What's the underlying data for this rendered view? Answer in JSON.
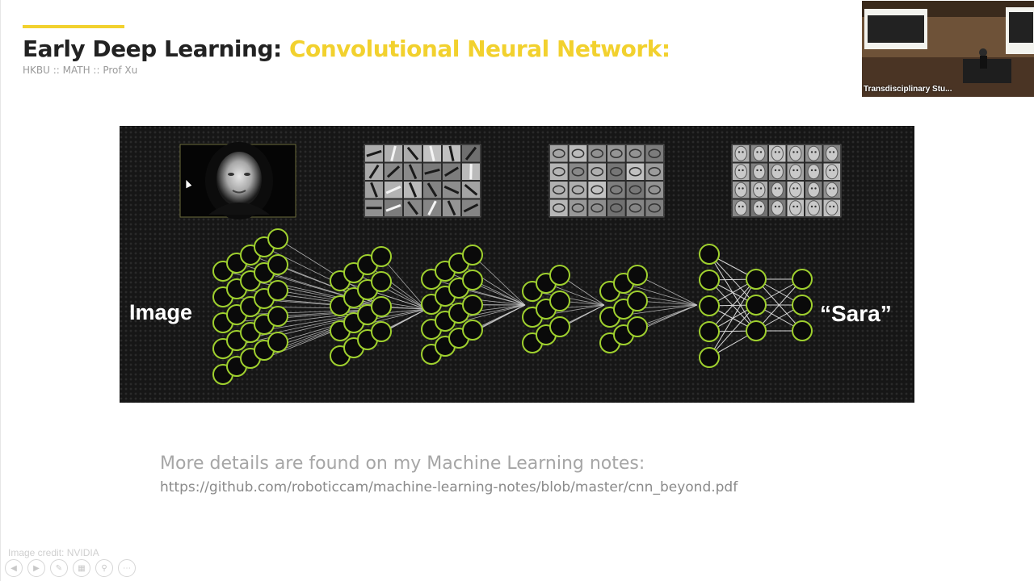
{
  "slide": {
    "title_prefix": "Early Deep Learning:",
    "title_highlight": "Convolutional Neural Network:",
    "subtitle": "HKBU :: MATH :: Prof Xu",
    "figure": {
      "input_label": "Image",
      "output_label": "“Sara”"
    },
    "details_text": "More details are found on my Machine Learning notes:",
    "details_link": "https://github.com/roboticcam/machine-learning-notes/blob/master/cnn_beyond.pdf",
    "image_credit": "Image credit: NVIDIA"
  },
  "video_overlay": {
    "label": "Transdisciplinary Stu..."
  },
  "colors": {
    "accent": "#f2d12e",
    "node_outline": "#9fd02e",
    "figure_bg": "#161616"
  }
}
